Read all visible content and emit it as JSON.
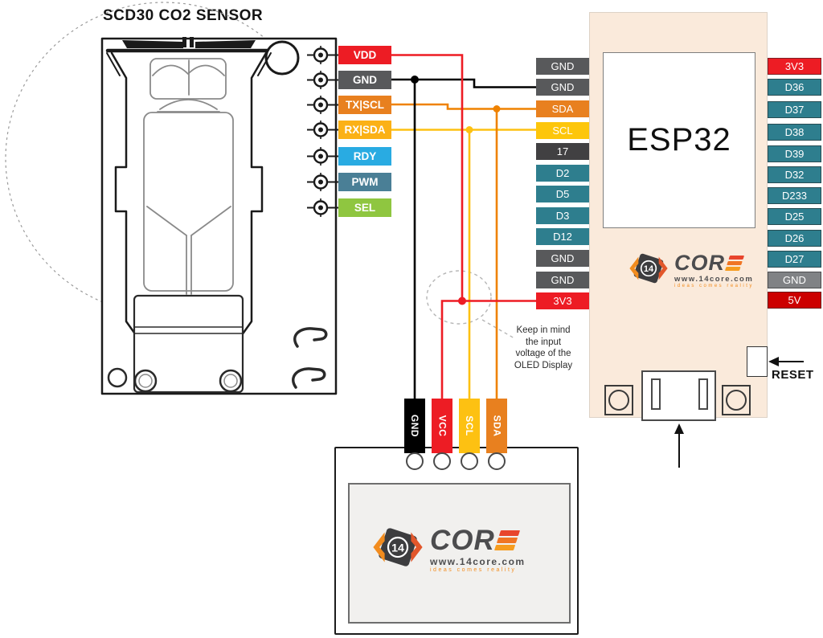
{
  "title": "SCD30 CO2 SENSOR",
  "sensor": {
    "pins": [
      {
        "label": "VDD",
        "color": "#ed1c24"
      },
      {
        "label": "GND",
        "color": "#58595b"
      },
      {
        "label": "TX|SCL",
        "color": "#e8801f"
      },
      {
        "label": "RX|SDA",
        "color": "#fbb116"
      },
      {
        "label": "RDY",
        "color": "#29abe2"
      },
      {
        "label": "PWM",
        "color": "#4a7f96"
      },
      {
        "label": "SEL",
        "color": "#8fc640"
      }
    ]
  },
  "esp32": {
    "name": "ESP32",
    "reset_label": "RESET",
    "left_pins": [
      {
        "label": "GND",
        "color": "#58595b"
      },
      {
        "label": "GND",
        "color": "#58595b"
      },
      {
        "label": "SDA",
        "color": "#e8801f"
      },
      {
        "label": "SCL",
        "color": "#fdc60b"
      },
      {
        "label": "17",
        "color": "#414042"
      },
      {
        "label": "D2",
        "color": "#2e7e8e"
      },
      {
        "label": "D5",
        "color": "#2e7e8e"
      },
      {
        "label": "D3",
        "color": "#2e7e8e"
      },
      {
        "label": "D12",
        "color": "#2e7e8e"
      },
      {
        "label": "GND",
        "color": "#58595b"
      },
      {
        "label": "GND",
        "color": "#58595b"
      },
      {
        "label": "3V3",
        "color": "#ed1c24"
      }
    ],
    "right_pins": [
      {
        "label": "3V3",
        "color": "#ed1c24"
      },
      {
        "label": "D36",
        "color": "#2e7e8e"
      },
      {
        "label": "D37",
        "color": "#2e7e8e"
      },
      {
        "label": "D38",
        "color": "#2e7e8e"
      },
      {
        "label": "D39",
        "color": "#2e7e8e"
      },
      {
        "label": "D32",
        "color": "#2e7e8e"
      },
      {
        "label": "D233",
        "color": "#2e7e8e"
      },
      {
        "label": "D25",
        "color": "#2e7e8e"
      },
      {
        "label": "D26",
        "color": "#2e7e8e"
      },
      {
        "label": "D27",
        "color": "#2e7e8e"
      },
      {
        "label": "GND",
        "color": "#808285"
      },
      {
        "label": "5V",
        "color": "#cc0000"
      }
    ]
  },
  "oled": {
    "pins": [
      {
        "label": "GND",
        "color": "#000000"
      },
      {
        "label": "VCC",
        "color": "#ed1c24"
      },
      {
        "label": "SCL",
        "color": "#fdc112"
      },
      {
        "label": "SDA",
        "color": "#e8801f"
      }
    ]
  },
  "note": {
    "lines": [
      "Keep in mind",
      "the input",
      "voltage of the",
      "OLED Display"
    ]
  },
  "logo": {
    "number": "14",
    "brand": "COR",
    "url": "www.14core.com",
    "tagline": "ideas comes reality"
  },
  "colors": {
    "wire_red": "#ed1c24",
    "wire_black": "#000000",
    "wire_orange": "#ef8200",
    "wire_yellow": "#fdc112"
  }
}
